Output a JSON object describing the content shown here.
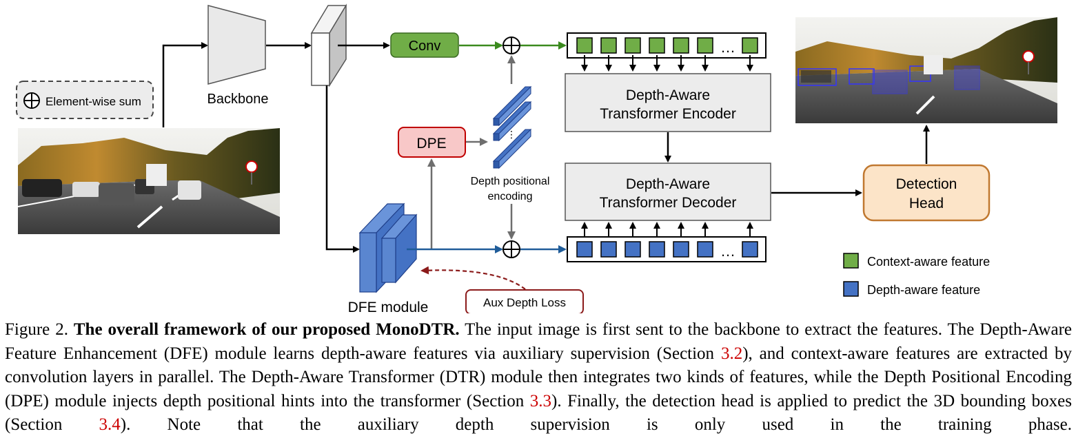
{
  "diagram": {
    "legend_sum": "Element-wise sum",
    "backbone_label": "Backbone",
    "conv_label": "Conv",
    "dpe_label": "DPE",
    "dpe_caption_line1": "Depth positional",
    "dpe_caption_line2": "encoding",
    "dfe_label": "DFE module",
    "aux_loss_label": "Aux Depth Loss",
    "encoder_line1": "Depth-Aware",
    "encoder_line2": "Transformer Encoder",
    "decoder_line1": "Depth-Aware",
    "decoder_line2": "Transformer Decoder",
    "head_line1": "Detection",
    "head_line2": "Head",
    "ellipsis": "…",
    "legend_context": "Context-aware feature",
    "legend_depth": "Depth-aware feature",
    "colors": {
      "context": "#70ad47",
      "depth": "#4472c4",
      "green_arrow": "#3a8a1e",
      "blue_arrow": "#1f5c99",
      "dpe_fill": "#f8c8c8",
      "dpe_stroke": "#c00000",
      "head_fill": "#fce4c8",
      "head_stroke": "#c07830",
      "aux_stroke": "#8b1a1a"
    }
  },
  "caption": {
    "prefix": "Figure 2. ",
    "bold": "The overall framework of our proposed MonoDTR.",
    "part1": " The input image is first sent to the backbone to extract the features. The Depth-Aware Feature Enhancement (DFE) module learns depth-aware features via auxiliary supervision (Section ",
    "ref1": "3.2",
    "part2": "), and context-aware features are extracted by convolution layers in parallel. The Depth-Aware Transformer (DTR) module then integrates two kinds of features, while the Depth Positional Encoding (DPE) module injects depth positional hints into the transformer (Section ",
    "ref2": "3.3",
    "part3": "). Finally, the detection head is applied to predict the 3D bounding boxes (Section ",
    "ref3": "3.4",
    "part4": "). Note that the auxiliary depth supervision is only used in the training phase."
  }
}
